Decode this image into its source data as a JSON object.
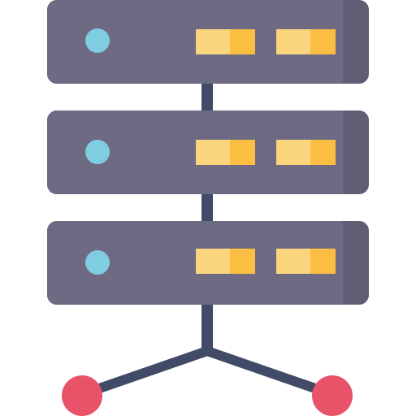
{
  "icon": {
    "name": "server-rack-network-icon"
  },
  "colors": {
    "background": "#ffffff",
    "server_body": "#6f6a84",
    "server_body_shade": "#615d74",
    "status_light": "#7ecde1",
    "drive_bay_light": "#fbd57e",
    "drive_bay_dark": "#fbbe42",
    "network_line": "#414a66",
    "network_node": "#e95369"
  },
  "servers": [
    {
      "name": "server-unit-top",
      "status_icon": "status-led-icon",
      "bays": 2
    },
    {
      "name": "server-unit-middle",
      "status_icon": "status-led-icon",
      "bays": 2
    },
    {
      "name": "server-unit-bottom",
      "status_icon": "status-led-icon",
      "bays": 2
    }
  ],
  "network": {
    "nodes": [
      "network-node-left-icon",
      "network-node-right-icon"
    ]
  }
}
